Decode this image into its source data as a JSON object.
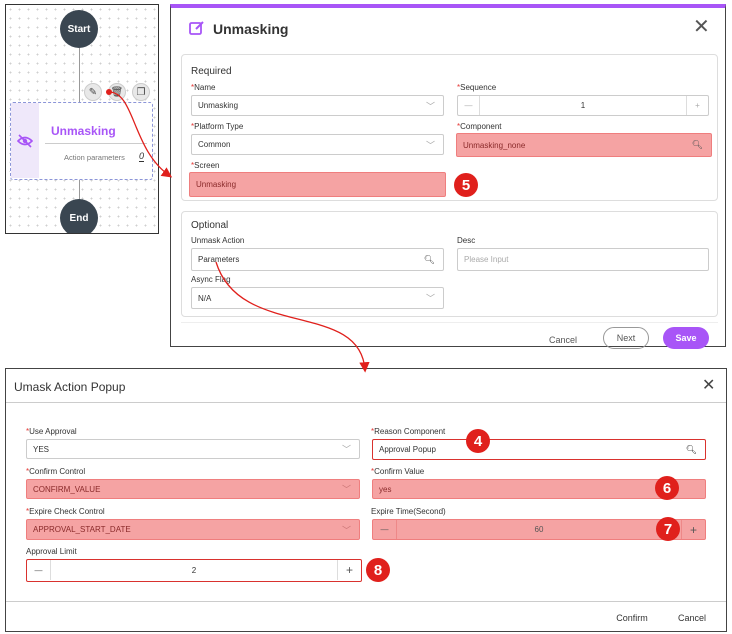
{
  "flow": {
    "start_label": "Start",
    "end_label": "End",
    "node_title": "Unmasking",
    "node_params_label": "Action parameters",
    "node_params_value": "0"
  },
  "unmasking_dialog": {
    "title": "Unmasking",
    "required_heading": "Required",
    "optional_heading": "Optional",
    "name_label": "Name",
    "name_value": "Unmasking",
    "sequence_label": "Sequence",
    "sequence_value": "1",
    "platform_type_label": "Platform Type",
    "platform_type_value": "Common",
    "component_label": "Component",
    "component_value": "Unmasking_none",
    "screen_label": "Screen",
    "screen_value": "Unmasking",
    "unmask_action_label": "Unmask Action",
    "unmask_action_value": "Parameters",
    "desc_label": "Desc",
    "desc_placeholder": "Please Input",
    "async_flag_label": "Async Flag",
    "async_flag_value": "N/A",
    "cancel_label": "Cancel",
    "next_label": "Next",
    "save_label": "Save",
    "badge_5": "5"
  },
  "popup": {
    "title": "Umask Action Popup",
    "use_approval_label": "Use Approval",
    "use_approval_value": "YES",
    "reason_component_label": "Reason Component",
    "reason_component_value": "Approval Popup",
    "confirm_control_label": "Confirm Control",
    "confirm_control_value": "CONFIRM_VALUE",
    "confirm_value_label": "Confirm Value",
    "confirm_value_value": "yes",
    "expire_check_label": "Expire Check Control",
    "expire_check_value": "APPROVAL_START_DATE",
    "expire_time_label": "Expire Time(Second)",
    "expire_time_value": "60",
    "approval_limit_label": "Approval Limit",
    "approval_limit_value": "2",
    "confirm_label": "Confirm",
    "cancel_label": "Cancel",
    "badge_4": "4",
    "badge_6": "6",
    "badge_7": "7",
    "badge_8": "8"
  },
  "colors": {
    "accent": "#a855f7",
    "highlight": "#f5a3a3",
    "annotation_red": "#e0201c",
    "node_dark": "#3a4651"
  }
}
